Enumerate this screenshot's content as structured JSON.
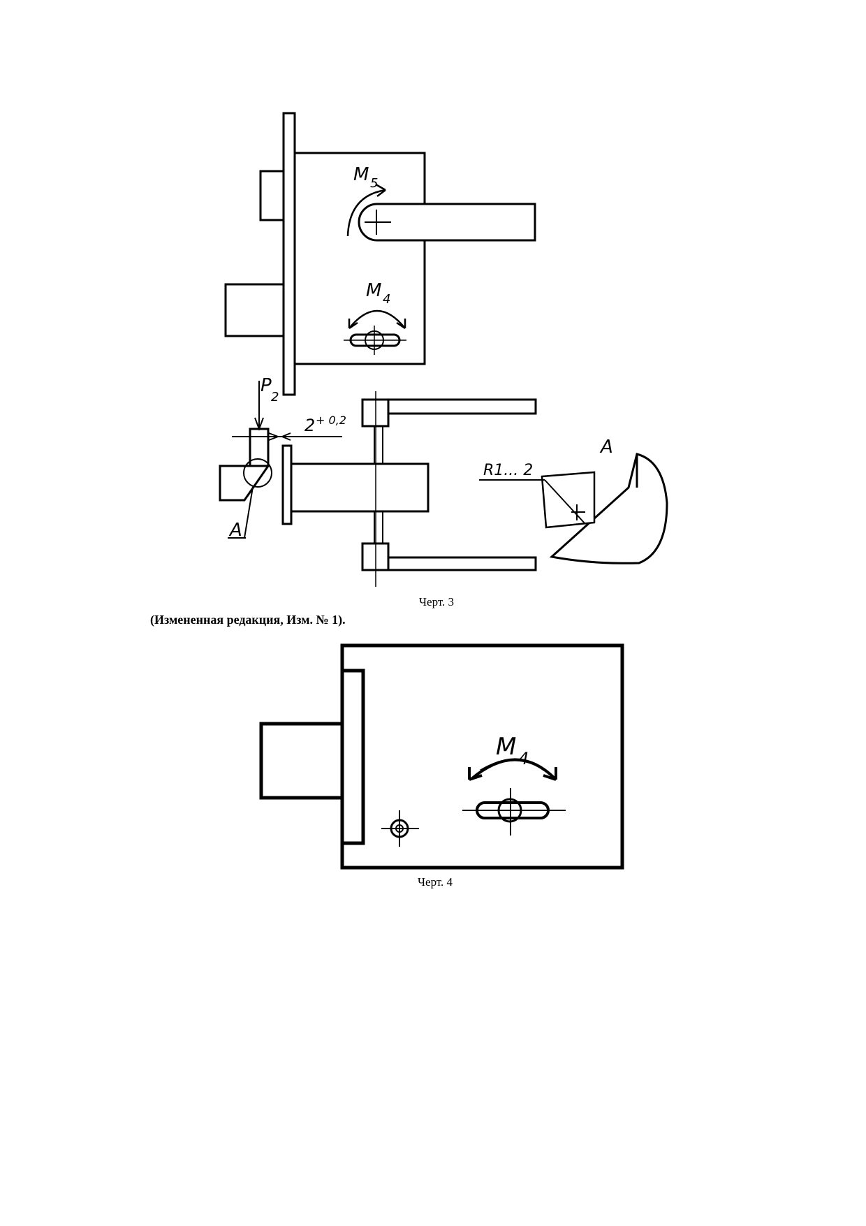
{
  "figure3": {
    "caption": "Черт. 3",
    "labels": {
      "moment_handle": "M",
      "moment_handle_sub": "5",
      "moment_key": "M",
      "moment_key_sub": "4",
      "force": "P",
      "force_sub": "2",
      "gap": "2",
      "gap_tol": "+ 0,2",
      "section_mark": "A",
      "detail_mark": "A",
      "radius": "R1... 2"
    }
  },
  "revision_note": "(Измененная редакция, Изм. № 1).",
  "figure4": {
    "caption": "Черт. 4",
    "labels": {
      "moment_key": "M",
      "moment_key_sub": "4"
    }
  }
}
